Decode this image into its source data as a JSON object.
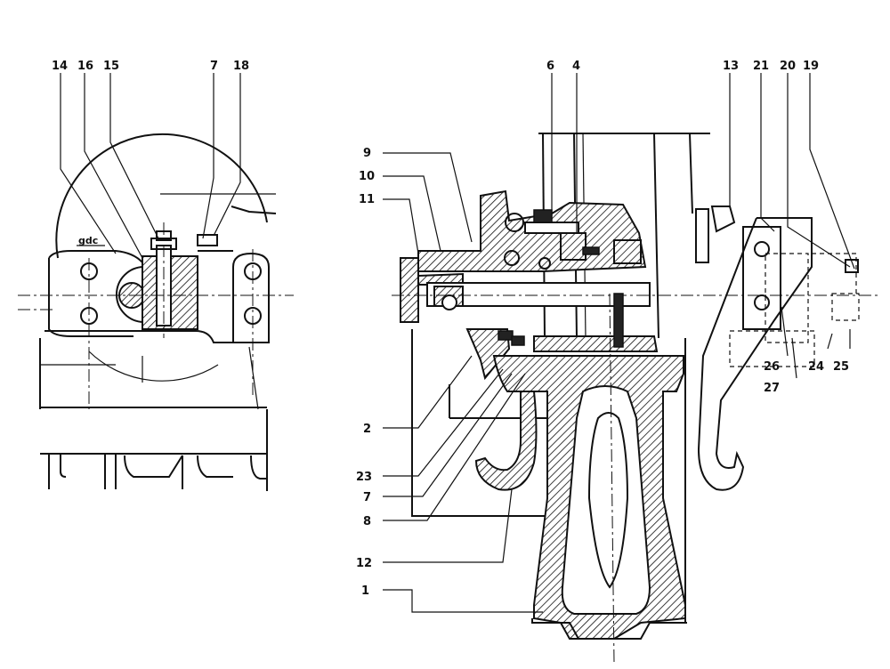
{
  "left_view": {
    "callouts": [
      "14",
      "16",
      "15",
      "7",
      "18"
    ],
    "nut_label": "gdc"
  },
  "main_view": {
    "callouts_top": [
      "6",
      "4",
      "13",
      "21",
      "20",
      "19"
    ],
    "callouts_left": [
      "9",
      "10",
      "11",
      "2",
      "23",
      "7",
      "8",
      "12",
      "1"
    ],
    "callouts_right": [
      "26",
      "27",
      "24",
      "25"
    ]
  }
}
